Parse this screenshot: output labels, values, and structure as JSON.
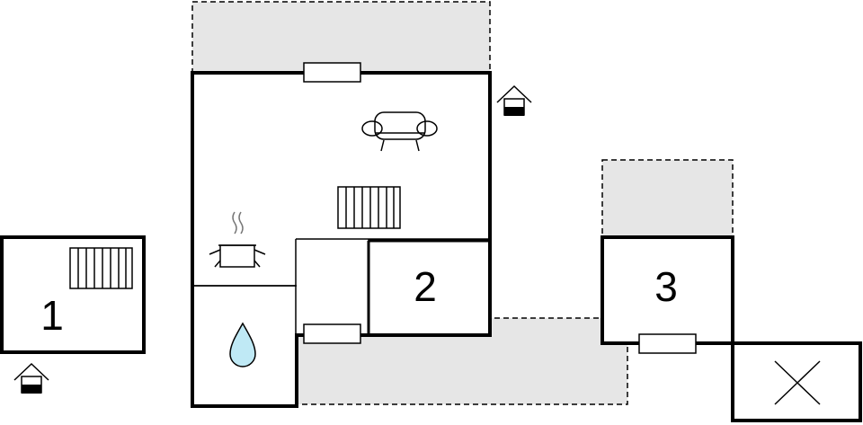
{
  "rooms": [
    {
      "id": "room-1",
      "label": "1"
    },
    {
      "id": "room-2",
      "label": "2"
    },
    {
      "id": "room-3",
      "label": "3"
    }
  ],
  "icons": {
    "entrance": "house-entrance-icon",
    "sofa": "sofa-icon",
    "radiator": "radiator-icon",
    "kitchen": "cooking-pot-icon",
    "bathroom": "water-drop-icon",
    "closet": "x-cross-icon"
  },
  "colors": {
    "terrace": "#e6e6e6",
    "wall": "#000000",
    "water": "#bfe9f5"
  }
}
